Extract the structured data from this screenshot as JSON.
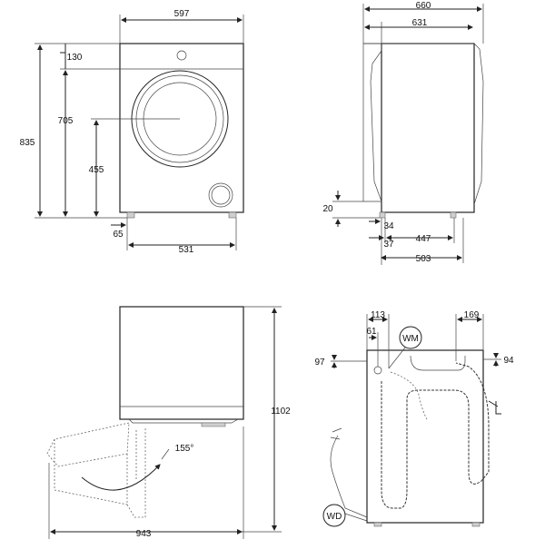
{
  "front": {
    "width": "597",
    "top_panel": "130",
    "door_center_height": "705",
    "total_height": "835",
    "door_bottom_height": "455",
    "foot_offset": "65",
    "foot_span": "531"
  },
  "side": {
    "total_depth": "660",
    "body_depth": "631",
    "foot_height": "20",
    "foot_front": "34",
    "foot_offset": "37",
    "foot_span": "447",
    "depth_to_feet": "503"
  },
  "top_view": {
    "door_open_height": "1102",
    "door_angle": "155°",
    "door_open_depth": "943"
  },
  "back": {
    "left_offset": "113",
    "inlet_offset": "61",
    "right_offset": "169",
    "left_height": "97",
    "right_height": "94",
    "callout_wm": "WM",
    "callout_wd": "WD"
  }
}
